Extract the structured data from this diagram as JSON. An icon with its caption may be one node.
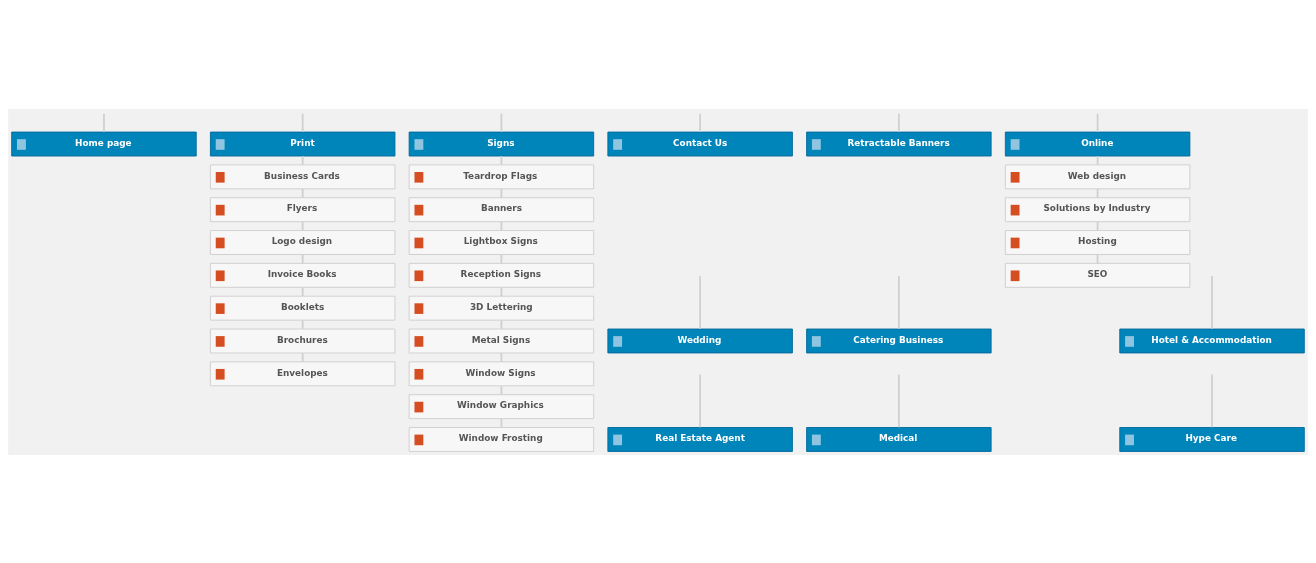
{
  "diagram": {
    "nodes": [
      {
        "text": [
          "Home page"
        ]
      },
      {
        "text": [
          "Print"
        ]
      },
      {
        "text": [
          "Signs"
        ]
      },
      {
        "text": [
          "Contact Us"
        ]
      },
      {
        "text": [
          "Retractable Banners"
        ]
      },
      {
        "text": [
          "Online"
        ]
      },
      {
        "text": [
          "Business Cards"
        ]
      },
      {
        "text": [
          "Flyers"
        ]
      },
      {
        "text": [
          "Logo design"
        ]
      },
      {
        "text": [
          "Invoice Books"
        ]
      },
      {
        "text": [
          "Booklets"
        ]
      },
      {
        "text": [
          "Brochures"
        ]
      },
      {
        "text": [
          "Envelopes"
        ]
      },
      {
        "text": [
          "Teardrop Flags"
        ]
      },
      {
        "text": [
          "Banners"
        ]
      },
      {
        "text": [
          "Lightbox Signs"
        ]
      },
      {
        "text": [
          "Reception Signs"
        ]
      },
      {
        "text": [
          "3D Lettering"
        ]
      },
      {
        "text": [
          "Metal Signs"
        ]
      },
      {
        "text": [
          "Window Signs"
        ]
      },
      {
        "text": [
          "Window Graphics"
        ]
      },
      {
        "text": [
          "Window Frosting"
        ]
      },
      {
        "text": [
          "Web design"
        ]
      },
      {
        "text": [
          "Solutions by Industry"
        ]
      },
      {
        "text": [
          "Hosting"
        ]
      },
      {
        "text": [
          "SEO"
        ]
      },
      {
        "text": [
          "Wedding"
        ]
      },
      {
        "text": [
          "Catering Business"
        ]
      },
      {
        "text": [
          "Hotel & Accommodation"
        ]
      },
      {
        "text": [
          "Real Estate Agent"
        ]
      },
      {
        "text": [
          "Medical"
        ]
      },
      {
        "text": [
          "Hype Care"
        ]
      }
    ],
    "edges": [
      {
        "from": null,
        "to": 0,
        "arrow": "none"
      },
      {
        "from": null,
        "to": 1,
        "arrow": "none"
      },
      {
        "from": null,
        "to": 2,
        "arrow": "none"
      },
      {
        "from": null,
        "to": 3,
        "arrow": "none"
      },
      {
        "from": null,
        "to": 4,
        "arrow": "none"
      },
      {
        "from": null,
        "to": 5,
        "arrow": "none"
      },
      {
        "from": 1,
        "to": 6,
        "arrow": "none"
      },
      {
        "from": 6,
        "to": 7,
        "arrow": "none"
      },
      {
        "from": 7,
        "to": 8,
        "arrow": "none"
      },
      {
        "from": 8,
        "to": 9,
        "arrow": "none"
      },
      {
        "from": 9,
        "to": 10,
        "arrow": "none"
      },
      {
        "from": 10,
        "to": 11,
        "arrow": "none"
      },
      {
        "from": 11,
        "to": 12,
        "arrow": "none"
      },
      {
        "from": 2,
        "to": 13,
        "arrow": "none"
      },
      {
        "from": 13,
        "to": 14,
        "arrow": "none"
      },
      {
        "from": 14,
        "to": 15,
        "arrow": "none"
      },
      {
        "from": 15,
        "to": 16,
        "arrow": "none"
      },
      {
        "from": 16,
        "to": 17,
        "arrow": "none"
      },
      {
        "from": 17,
        "to": 18,
        "arrow": "none"
      },
      {
        "from": 18,
        "to": 19,
        "arrow": "none"
      },
      {
        "from": 19,
        "to": 20,
        "arrow": "none"
      },
      {
        "from": 20,
        "to": 21,
        "arrow": "none"
      },
      {
        "from": 5,
        "to": 22,
        "arrow": "none"
      },
      {
        "from": 22,
        "to": 23,
        "arrow": "none"
      },
      {
        "from": 23,
        "to": 24,
        "arrow": "none"
      },
      {
        "from": 24,
        "to": 25,
        "arrow": "none"
      },
      {
        "from": null,
        "to": 26,
        "arrow": "none"
      },
      {
        "from": null,
        "to": 27,
        "arrow": "none"
      },
      {
        "from": null,
        "to": 28,
        "arrow": "none"
      },
      {
        "from": null,
        "to": 29,
        "arrow": "none"
      },
      {
        "from": null,
        "to": 30,
        "arrow": "none"
      },
      {
        "from": null,
        "to": 31,
        "arrow": "none"
      }
    ]
  }
}
